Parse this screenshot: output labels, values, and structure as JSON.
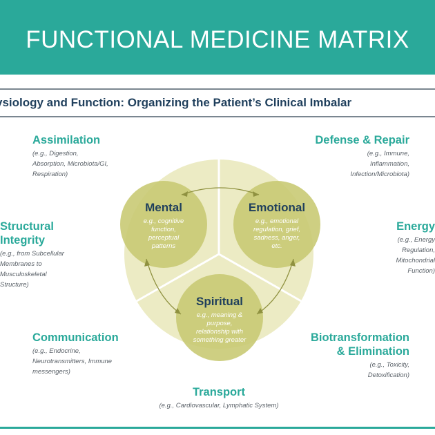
{
  "header": {
    "title": "FUNCTIONAL MEDICINE MATRIX",
    "subtitle": "ysiology and Function: Organizing the Patient’s Clinical Imbalar"
  },
  "nodes": {
    "assimilation": {
      "title": "Assimilation",
      "desc": [
        "(e.g., Digestion,",
        "Absorption, Microbiota/GI,",
        "Respiration)"
      ]
    },
    "defense": {
      "title": "Defense & Repair",
      "desc": [
        "(e.g., Immune,",
        "Inflammation,",
        "Infection/Microbiota)"
      ]
    },
    "structural": {
      "title": [
        "Structural",
        "Integrity"
      ],
      "desc": [
        "(e.g., from Subcellular",
        "Membranes to",
        "Musculoskeletal",
        "Structure)"
      ]
    },
    "energy": {
      "title": "Energy",
      "desc": [
        "(e.g., Energy",
        "Regulation,",
        "Mitochondrial",
        "Function)"
      ]
    },
    "communication": {
      "title": "Communication",
      "desc": [
        "(e.g., Endocrine,",
        "Neurotransmitters, Immune",
        "messengers)"
      ]
    },
    "biotransformation": {
      "title": [
        "Biotransformation",
        "& Elimination"
      ],
      "desc": [
        "(e.g., Toxicity,",
        "Detoxification)"
      ]
    },
    "transport": {
      "title": "Transport",
      "desc": [
        "(e.g., Cardiovascular, Lymphatic System)"
      ]
    }
  },
  "center": {
    "mental": {
      "title": "Mental",
      "desc": [
        "e.g., cognitive",
        "function,",
        "perceptual",
        "patterns"
      ]
    },
    "emotional": {
      "title": "Emotional",
      "desc": [
        "e.g., emotional",
        "regulation, grief,",
        "sadness, anger,",
        "etc."
      ]
    },
    "spiritual": {
      "title": "Spiritual",
      "desc": [
        "e.g., meaning &",
        "purpose,",
        "relationship with",
        "something greater"
      ]
    }
  },
  "colors": {
    "teal": "#2aa99a",
    "navy": "#1f3f5c",
    "circle": "#c9ca74",
    "wheel": "#ecebc4"
  }
}
